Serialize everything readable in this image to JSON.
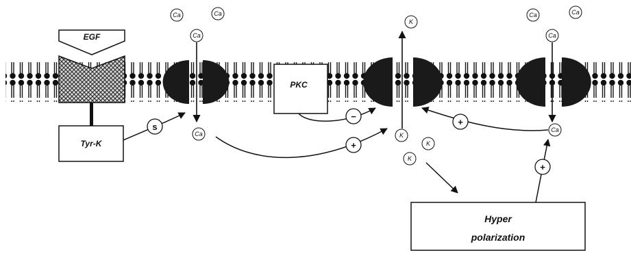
{
  "diagram": {
    "receptor_label": "EGF",
    "kinase_label": "Tyr-K",
    "pkc_label": "PKC",
    "hyper_line1": "Hyper",
    "hyper_line2": "polarization",
    "ion_ca": "Ca",
    "ion_k": "K",
    "sign_plus": "+",
    "sign_minus": "−",
    "sign_tyr": "s"
  }
}
